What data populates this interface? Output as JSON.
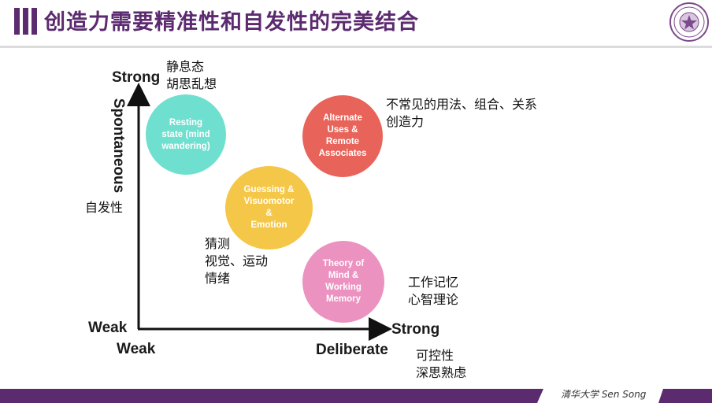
{
  "header": {
    "title": "创造力需要精准性和自发性的完美结合",
    "accent_color": "#5b2a6f",
    "logo_icon": "university-seal-icon"
  },
  "chart": {
    "y_axis": {
      "title": "Spontaneous",
      "title_cn": "自发性",
      "strong_label": "Strong",
      "weak_label": "Weak"
    },
    "x_axis": {
      "title": "Deliberate",
      "title_cn_lines": [
        "可控性",
        "深思熟虑"
      ],
      "strong_label": "Strong",
      "weak_label": "Weak"
    },
    "circles": [
      {
        "lines": [
          "Resting",
          "state (mind",
          "wandering)"
        ],
        "color": "#6fe0cf",
        "note_lines": [
          "静息态",
          "胡思乱想"
        ]
      },
      {
        "lines": [
          "Guessing &",
          "Visuomotor &",
          "Emotion"
        ],
        "color": "#f5c748",
        "note_lines": [
          "猜测",
          "视觉、运动",
          "情绪"
        ]
      },
      {
        "lines": [
          "Alternate",
          "Uses &",
          "Remote",
          "Associates"
        ],
        "color": "#e8645a",
        "note_lines": [
          "不常见的用法、组合、关系",
          "创造力"
        ]
      },
      {
        "lines": [
          "Theory of",
          "Mind &",
          "Working",
          "Memory"
        ],
        "color": "#ec92c0",
        "note_lines": [
          "工作记忆",
          "心智理论"
        ]
      }
    ]
  },
  "footer": {
    "text": "清华大学  Sen Song",
    "color": "#5b2a6f"
  }
}
